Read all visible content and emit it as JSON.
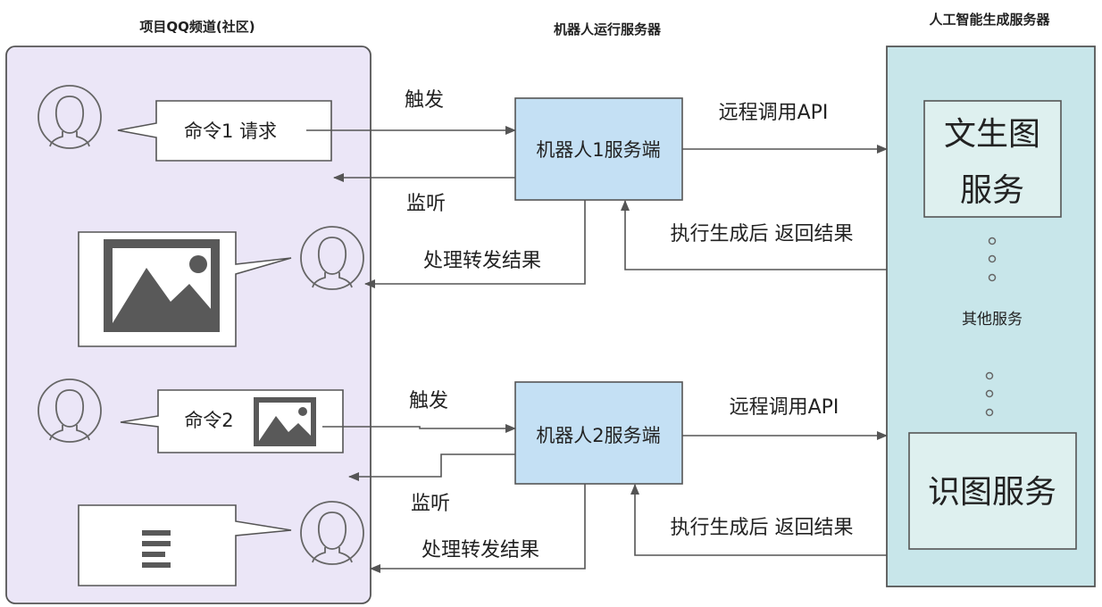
{
  "headings": {
    "community": "项目QQ频道(社区)",
    "bot_server": "机器人运行服务器",
    "ai_server": "人工智能生成服务器"
  },
  "community": {
    "command1_text": "命令1 请求",
    "command2_text": "命令2"
  },
  "bot_server": {
    "bot1": "机器人1服务端",
    "bot2": "机器人2服务端"
  },
  "ai_server": {
    "text_to_image": [
      "文生图",
      "服务"
    ],
    "other": "其他服务",
    "image_recognition": "识图服务"
  },
  "edges": {
    "trigger1": "触发",
    "listen1": "监听",
    "forward1": "处理转发结果",
    "rpc1": "远程调用API",
    "return1": "执行生成后 返回结果",
    "trigger2": "触发",
    "listen2": "监听",
    "forward2": "处理转发结果",
    "rpc2": "远程调用API",
    "return2": "执行生成后 返回结果"
  },
  "colors": {
    "community_bg": "#ebe6f7",
    "bot_box_bg": "#c4e0f4",
    "ai_server_bg": "#c8e6ea",
    "service_box_bg": "#def0ef",
    "line": "#555555"
  }
}
